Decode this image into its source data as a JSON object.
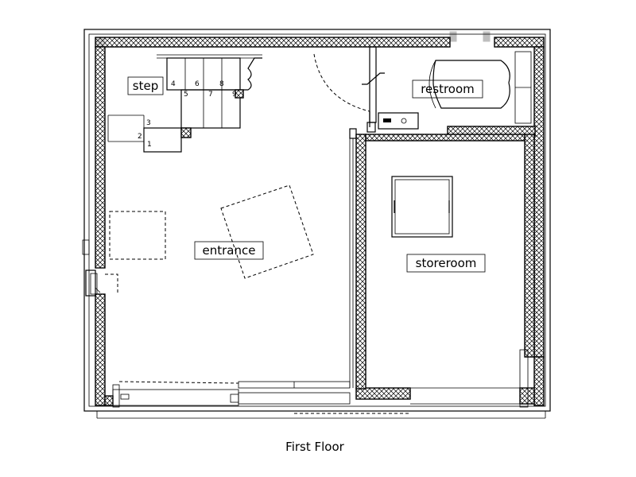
{
  "rooms": {
    "step": "step",
    "restroom": "restroom",
    "entrance": "entrance",
    "storeroom": "storeroom"
  },
  "stairs": {
    "numbers": [
      "1",
      "2",
      "3",
      "4",
      "5",
      "6",
      "7",
      "8",
      "9"
    ]
  },
  "caption": "First Floor"
}
